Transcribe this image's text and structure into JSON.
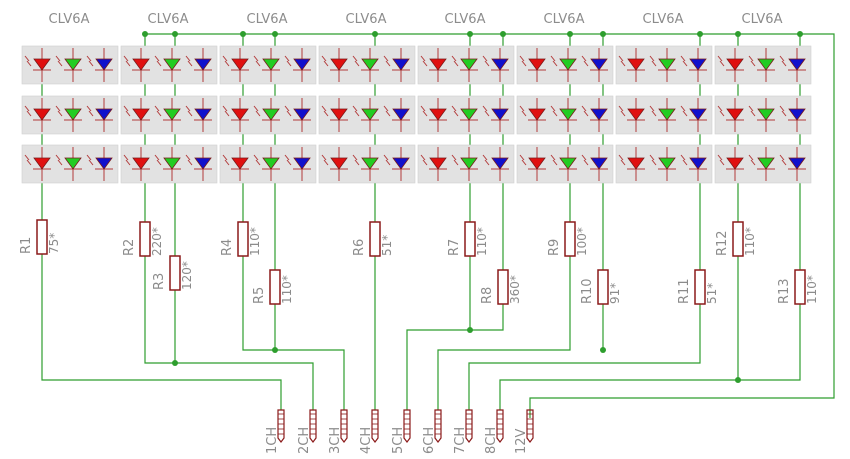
{
  "module_label": "CLV6A",
  "modules": [
    "CLV6A",
    "CLV6A",
    "CLV6A",
    "CLV6A",
    "CLV6A",
    "CLV6A",
    "CLV6A",
    "CLV6A"
  ],
  "resistors": [
    {
      "ref": "R1",
      "value": "75*"
    },
    {
      "ref": "R2",
      "value": "220*"
    },
    {
      "ref": "R3",
      "value": "120*"
    },
    {
      "ref": "R4",
      "value": "110*"
    },
    {
      "ref": "R5",
      "value": "110*"
    },
    {
      "ref": "R6",
      "value": "51*"
    },
    {
      "ref": "R7",
      "value": "110*"
    },
    {
      "ref": "R8",
      "value": "360*"
    },
    {
      "ref": "R9",
      "value": "100*"
    },
    {
      "ref": "R10",
      "value": "91*"
    },
    {
      "ref": "R11",
      "value": "51*"
    },
    {
      "ref": "R12",
      "value": "110*"
    },
    {
      "ref": "R13",
      "value": "110*"
    }
  ],
  "connectors": [
    "1CH",
    "2CH",
    "3CH",
    "4CH",
    "5CH",
    "6CH",
    "7CH",
    "8CH",
    "12V"
  ],
  "colors": {
    "wire": "#2e9e2e",
    "resistor": "#8b1a1a",
    "led_red": "#e01010",
    "led_green": "#22cc22",
    "led_blue": "#1010cc",
    "module_bg": "#e2e2e2",
    "label": "#8c8c8c"
  }
}
